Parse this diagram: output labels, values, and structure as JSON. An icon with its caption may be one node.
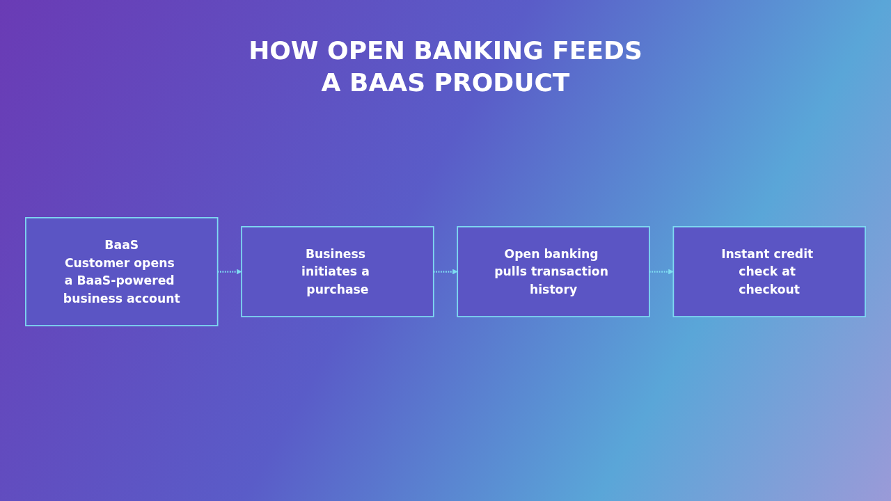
{
  "diagram": {
    "title": "HOW OPEN BANKING FEEDS A BAAS PRODUCT",
    "nodes": [
      {
        "text": [
          "BaaS",
          "Customer opens a BaaS-powered business account"
        ]
      },
      {
        "text": [
          "Business initiates a purchase"
        ]
      },
      {
        "text": [
          "Open banking pulls transaction history"
        ]
      },
      {
        "text": [
          "Instant credit check at checkout"
        ]
      }
    ],
    "edges": [
      {
        "from": 0,
        "to": 1,
        "arrow": "to",
        "style": "dashed"
      },
      {
        "from": 1,
        "to": 2,
        "arrow": "to",
        "style": "dashed"
      },
      {
        "from": 2,
        "to": 3,
        "arrow": "to",
        "style": "dashed"
      }
    ]
  }
}
